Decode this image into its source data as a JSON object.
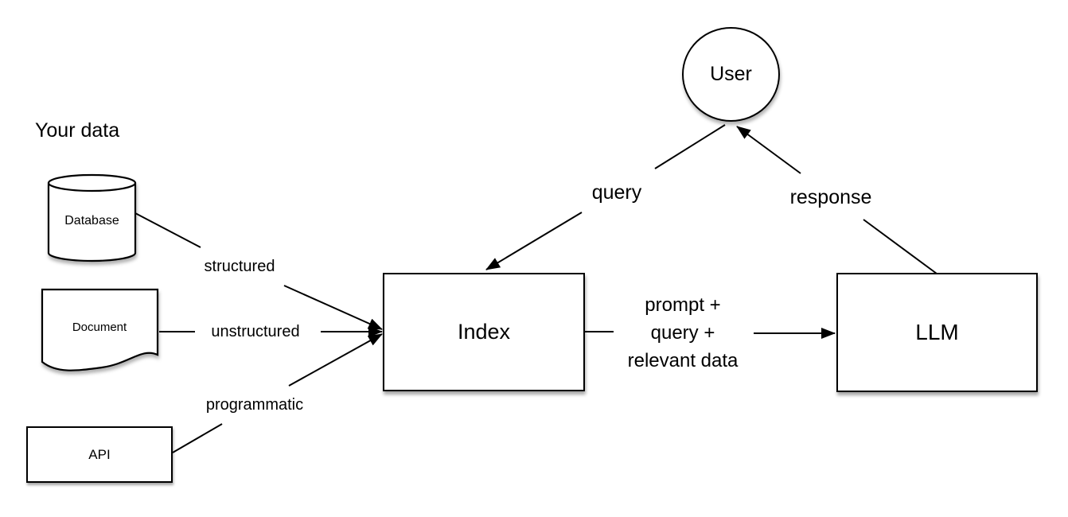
{
  "diagram": {
    "section_title": "Your data",
    "nodes": {
      "database": {
        "label": "Database"
      },
      "document": {
        "label": "Document"
      },
      "api": {
        "label": "API"
      },
      "index": {
        "label": "Index"
      },
      "llm": {
        "label": "LLM"
      },
      "user": {
        "label": "User"
      }
    },
    "edges": {
      "structured": {
        "label": "structured"
      },
      "unstructured": {
        "label": "unstructured"
      },
      "programmatic": {
        "label": "programmatic"
      },
      "query": {
        "label": "query"
      },
      "response": {
        "label": "response"
      },
      "prompt": {
        "line1": "prompt +",
        "line2": "query +",
        "line3": "relevant data"
      }
    }
  }
}
